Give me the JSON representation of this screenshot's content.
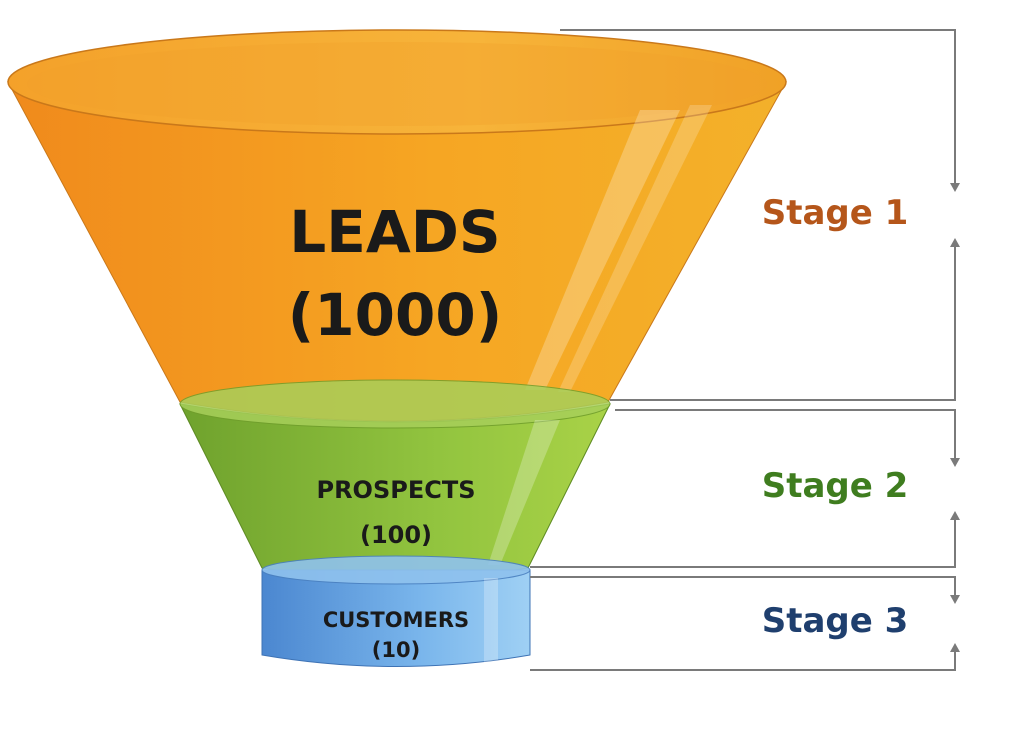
{
  "colors": {
    "leads": "#f39c1b",
    "prospects": "#8cc63f",
    "customers": "#5b9bd5",
    "stage1": "#b5561a",
    "stage2": "#3f7d1f",
    "stage3": "#1f3f6e",
    "bracket": "#7a7a7a"
  },
  "tiers": {
    "leads": {
      "name": "LEADS",
      "count": "(1000)"
    },
    "prospects": {
      "name": "PROSPECTS",
      "count": "(100)"
    },
    "customers": {
      "name": "CUSTOMERS",
      "count": "(10)"
    }
  },
  "stages": {
    "stage1": "Stage 1",
    "stage2": "Stage 2",
    "stage3": "Stage 3"
  }
}
